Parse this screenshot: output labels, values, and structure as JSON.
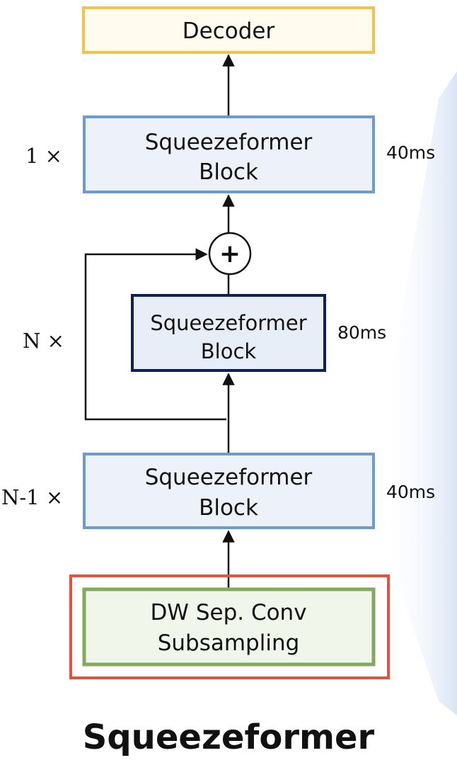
{
  "blocks": {
    "decoder": "Decoder",
    "top": {
      "line1": "Squeezeformer",
      "line2": "Block"
    },
    "middle": {
      "line1": "Squeezeformer",
      "line2": "Block"
    },
    "bottom": {
      "line1": "Squeezeformer",
      "line2": "Block"
    },
    "subsampling": {
      "line1": "DW Sep. Conv",
      "line2": "Subsampling"
    }
  },
  "repeats": {
    "top": "1 ×",
    "middle": "N ×",
    "bottom": "N-1 ×"
  },
  "timing": {
    "top": "40ms",
    "middle": "80ms",
    "bottom": "40ms"
  },
  "adder_symbol": "+",
  "caption": "Squeezeformer",
  "colors": {
    "decoder_border": "#f2c14e",
    "decoder_fill": "#fffcef",
    "block_border": "#6b9bd1",
    "block_fill": "#edf2fa",
    "middle_border": "#0f1f5c",
    "middle_fill": "#e8eef8",
    "subsampling_border": "#84a85c",
    "subsampling_fill": "#f1f6ea",
    "frame_border": "#e5513a"
  }
}
